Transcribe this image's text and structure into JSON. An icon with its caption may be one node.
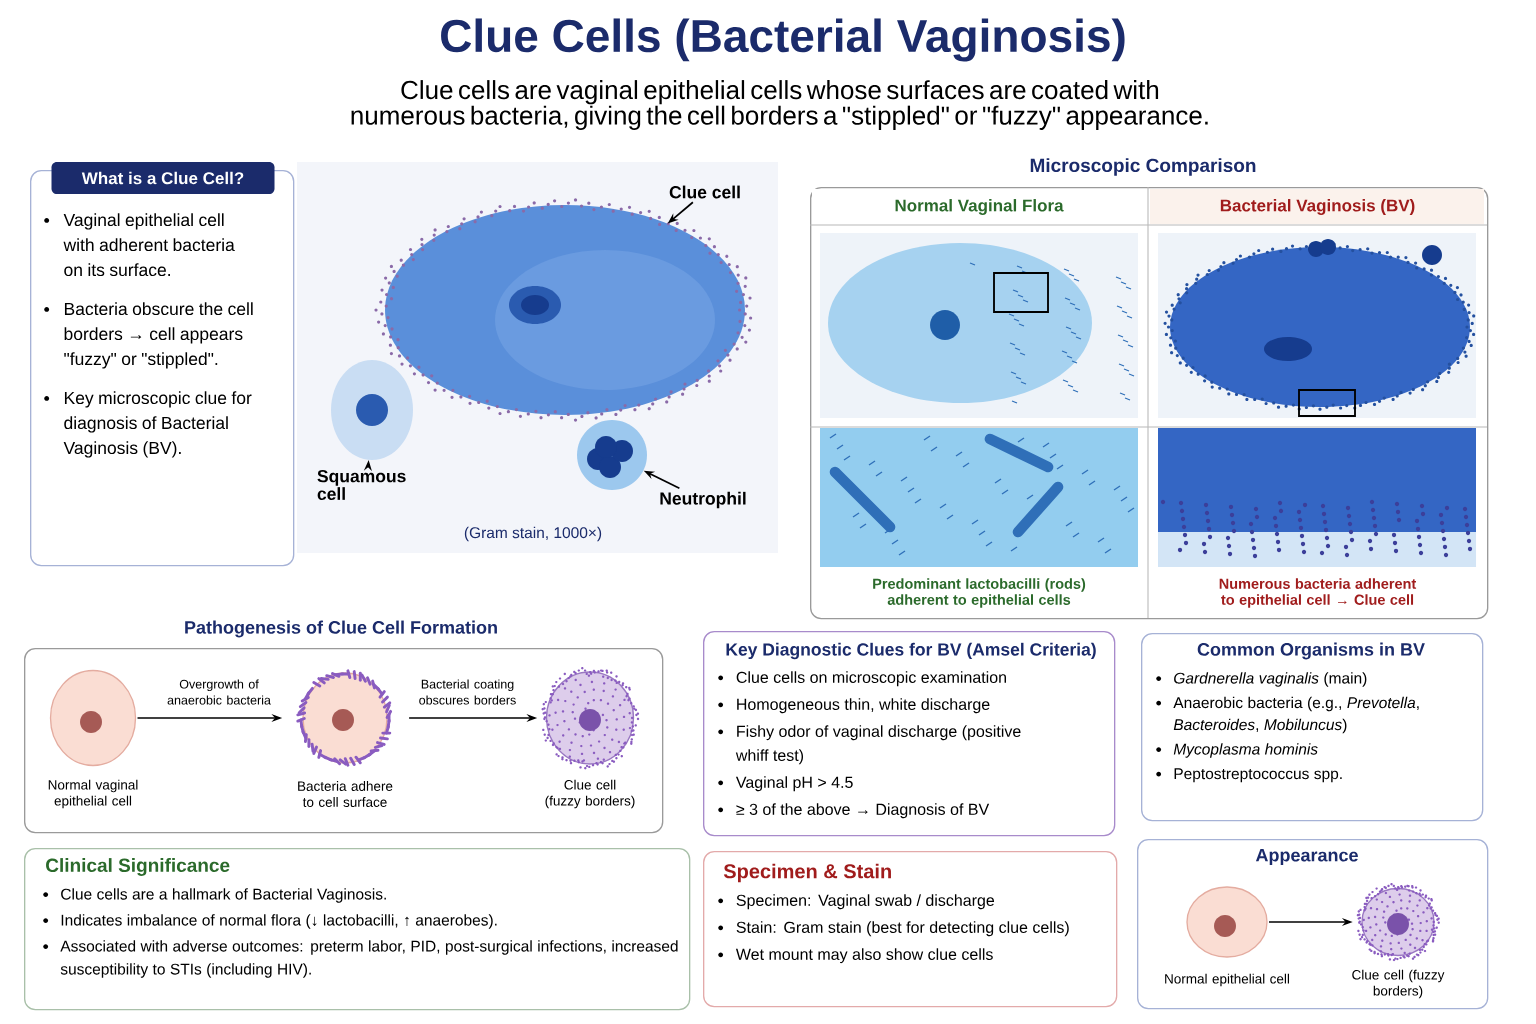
{
  "diagram": {
    "title": "Clue Cells (Bacterial Vaginosis)",
    "nodes": [
      {
        "text": [
          "What is a Clue Cell?",
          "Vaginal epithelial cell with adherent bacteria on its surface.",
          "Bacteria obscure the cell borders → cell appears \"fuzzy\" or \"stippled\".",
          "Key microscopic clue for diagnosis of Bacterial Vaginosis (BV)."
        ]
      },
      {
        "text": [
          "Clue cell"
        ]
      },
      {
        "text": [],
        "shape": "picture"
      },
      {
        "text": [
          "Squamous cell"
        ]
      },
      {
        "text": [],
        "shape": "picture"
      },
      {
        "text": [
          "Neutrophil"
        ]
      },
      {
        "text": [],
        "shape": "picture"
      },
      {
        "text": [
          "Microscopic Comparison"
        ]
      },
      {
        "text": [
          "Normal Vaginal Flora",
          "Predominant lactobacilli (rods) adherent to epithelial cells"
        ],
        "in": 7
      },
      {
        "text": [
          "Bacterial Vaginosis (BV)",
          "Numerous bacteria adherent to epithelial cell → Clue cell"
        ],
        "in": 7
      },
      {
        "text": [
          "Pathogenesis of Clue Cell Formation"
        ]
      },
      {
        "text": [],
        "shape": "picture",
        "in": 10,
        "beside": [
          "Normal vaginal epithelial cell"
        ]
      },
      {
        "text": [],
        "shape": "picture",
        "in": 10,
        "beside": [
          "Bacteria adhere to cell surface"
        ]
      },
      {
        "text": [],
        "shape": "picture",
        "in": 10,
        "beside": [
          "Clue cell (fuzzy borders)"
        ]
      },
      {
        "text": [
          "Key Diagnostic Clues for BV (Amsel Criteria)",
          "Clue cells on microscopic examination",
          "Homogeneous thin, white discharge",
          "Fishy odor of vaginal discharge (positive whiff test)",
          "Vaginal pH > 4.5",
          "≥ 3 of the above → Diagnosis of BV"
        ]
      },
      {
        "text": [
          "Common Organisms in BV",
          "*Gardnerella vaginalis* (main)",
          "Anaerobic bacteria (e.g., *Prevotella*, *Bacteroides*, *Mobiluncus*)",
          "*Mycoplasma hominis*",
          "Peptostreptococcus spp."
        ]
      },
      {
        "text": [
          "Clinical Significance",
          "Clue cells are a hallmark of Bacterial Vaginosis.",
          "Indicates imbalance of normal flora (↓ lactobacilli, ↑ anaerobes).",
          "Associated with adverse outcomes: preterm labor, PID, post-surgical infections, increased susceptibility to STIs (including HIV)."
        ]
      },
      {
        "text": [
          "Specimen & Stain",
          "Specimen: Vaginal swab / discharge",
          "Stain: Gram stain (best for detecting clue cells)",
          "Wet mount may also show clue cells"
        ]
      },
      {
        "text": [
          "Appearance"
        ]
      },
      {
        "text": [],
        "shape": "picture",
        "in": 18,
        "beside": [
          "Normal epithelial cell"
        ]
      },
      {
        "text": [],
        "shape": "picture",
        "in": 18,
        "beside": [
          "Clue cell (fuzzy borders)"
        ]
      }
    ],
    "edges": [
      {
        "from": 1,
        "to": 2,
        "arrow": "to"
      },
      {
        "from": 3,
        "to": 4,
        "arrow": "to"
      },
      {
        "from": 5,
        "to": 6,
        "arrow": "to"
      },
      {
        "from": 11,
        "to": 12,
        "arrow": "to",
        "label": "Overgrowth of anaerobic bacteria"
      },
      {
        "from": 12,
        "to": 13,
        "arrow": "to",
        "label": "Bacterial coating obscures borders"
      },
      {
        "from": 19,
        "to": 20,
        "arrow": "to"
      }
    ],
    "labels": [
      "Clue cells are vaginal epithelial cells whose surfaces are coated with numerous bacteria, giving the cell borders a \"stippled\" or \"fuzzy\" appearance.",
      "(Gram stain, 1000×)"
    ]
  }
}
